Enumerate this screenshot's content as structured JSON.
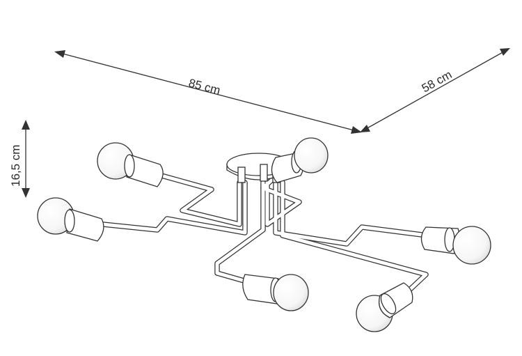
{
  "dimensions": {
    "length": "85 cm",
    "depth": "58 cm",
    "height": "16,5 cm"
  },
  "colors": {
    "line": "#333333",
    "background": "#ffffff"
  }
}
